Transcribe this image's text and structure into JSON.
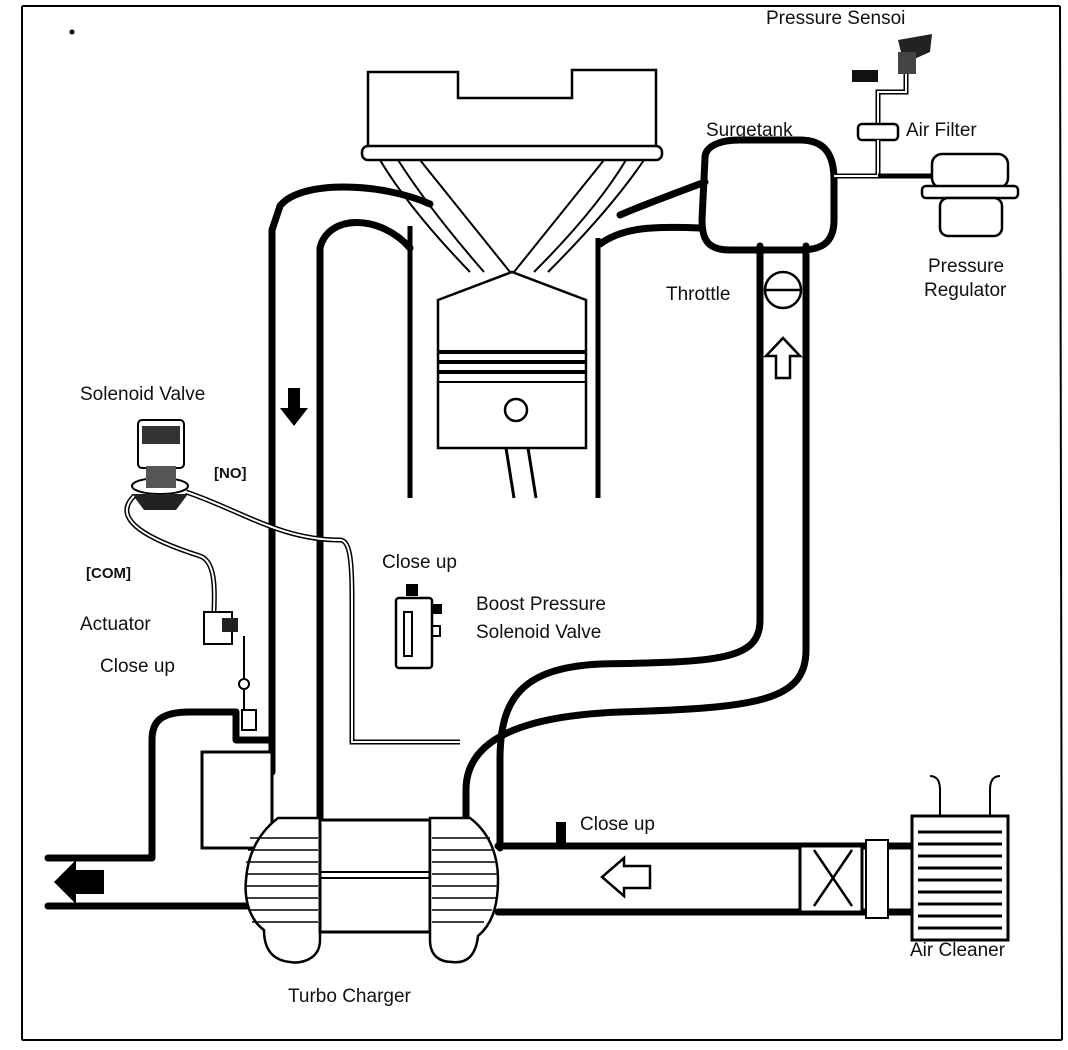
{
  "labels": {
    "pressure_sensor": "Pressure Sensoi",
    "surgetank": "Surgetank",
    "air_filter": "Air Filter",
    "pressure_regulator_1": "Pressure",
    "pressure_regulator_2": "Regulator",
    "throttle": "Throttle",
    "solenoid_valve": "Solenoid Valve",
    "no_port": "[NO]",
    "com_port": "[COM]",
    "actuator": "Actuator",
    "close_up_actuator": "Close up",
    "close_up_boost": "Close up",
    "boost_valve_1": "Boost Pressure",
    "boost_valve_2": "Solenoid Valve",
    "close_up_intake": "Close up",
    "air_cleaner": "Air Cleaner",
    "turbo_charger": "Turbo Charger"
  },
  "icons": {
    "flow_down": "arrow-down-filled",
    "flow_up": "arrow-up-outline",
    "flow_left_intake": "arrow-left-outline",
    "exhaust_out": "arrow-left-filled"
  }
}
